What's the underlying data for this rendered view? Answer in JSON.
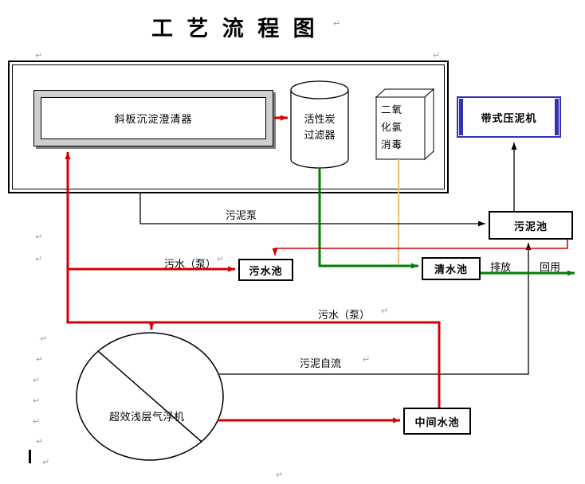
{
  "title": "工 艺 流 程 图",
  "boxes": {
    "clarifier": {
      "label": "斜板沉淀澄清器"
    },
    "carbon_filter": {
      "line1": "活性炭",
      "line2": "过滤器"
    },
    "disinfection": {
      "line1": "二氧",
      "line2": "化氯",
      "line3": "消毒"
    },
    "belt_press": {
      "label": "带式压泥机"
    },
    "sludge_tank": {
      "label": "污泥池"
    },
    "wastewater_tank": {
      "label": "污水池"
    },
    "clean_tank": {
      "label": "清水池"
    },
    "intermediate_tank": {
      "label": "中间水池"
    },
    "flotation": {
      "label": "超效浅层气浮机"
    }
  },
  "labels": {
    "sludge_pump": "污泥泵",
    "sewage_pump_left": "污水（泵）",
    "sewage_pump_mid": "污水（泵）",
    "sludge_gravity": "污泥自流",
    "discharge": "排放",
    "reuse": "回用"
  },
  "marks": {
    "return_glyph": "↵"
  },
  "colors": {
    "flow_red": "#d40000",
    "flow_green": "#008000",
    "flow_orange": "#f0c070",
    "line_black": "#000000",
    "belt_press_blue": "#3232b4",
    "background": "#ffffff"
  },
  "flows": [
    {
      "from": "斜板沉淀澄清器",
      "to": "活性炭过滤器",
      "color": "red"
    },
    {
      "from": "中间水池",
      "to": "斜板沉淀澄清器",
      "label": "污水（泵）",
      "color": "red"
    },
    {
      "from": "干管",
      "to": "污水池",
      "label": "污水（泵）",
      "color": "red"
    },
    {
      "from": "干管",
      "to": "超效浅层气浮机",
      "color": "red"
    },
    {
      "from": "超效浅层气浮机",
      "to": "中间水池",
      "color": "red"
    },
    {
      "from": "污泥池",
      "to": "污水池",
      "color": "red"
    },
    {
      "from": "活性炭过滤器",
      "to": "清水池",
      "color": "green"
    },
    {
      "from": "清水池",
      "to": "排放／回用",
      "color": "green"
    },
    {
      "from": "二氧化氯消毒",
      "to": "清水池进水管",
      "color": "orange"
    },
    {
      "from": "斜板沉淀澄清器",
      "to": "污泥池",
      "label": "污泥泵",
      "color": "black"
    },
    {
      "from": "污泥池",
      "to": "带式压泥机",
      "color": "black"
    },
    {
      "from": "超效浅层气浮机",
      "to": "污泥池",
      "label": "污泥自流",
      "color": "black"
    }
  ]
}
